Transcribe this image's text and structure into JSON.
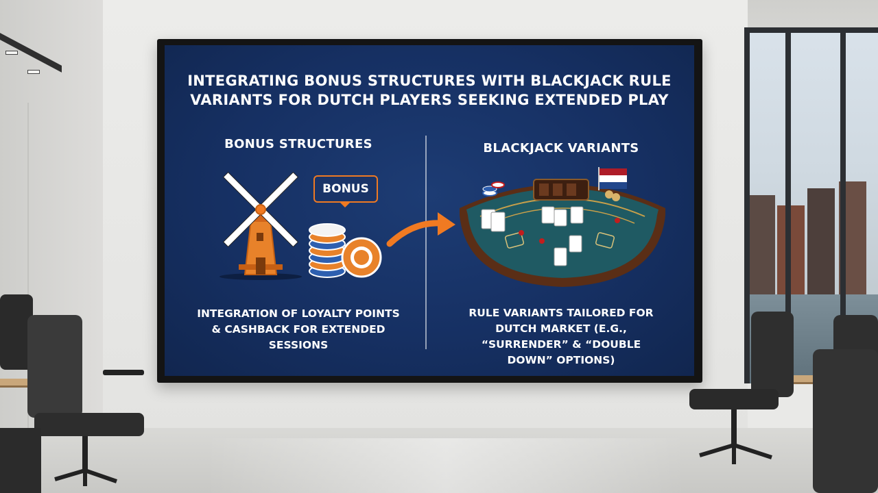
{
  "slide": {
    "title": "Integrating Bonus Structures with Blackjack Rule Variants for Dutch Players Seeking Extended Play",
    "left_heading": "Bonus Structures",
    "right_heading": "Blackjack Variants",
    "bonus_badge": "BONUS",
    "left_caption": "Integration of Loyalty Points & Cashback for Extended Sessions",
    "right_caption": "Rule Variants Tailored for Dutch Market (e.g., “Surrender” & “Double Down” Options)"
  },
  "colors": {
    "screen_bg": "#163063",
    "accent_orange": "#f07a22",
    "felt_green": "#1f5a63",
    "table_rail": "#6b3a1f",
    "flag_red": "#ae1c28",
    "flag_white": "#ffffff",
    "flag_blue": "#21468b"
  },
  "icons": [
    "windmill-icon",
    "poker-chip-stack-icon",
    "arrow-right-icon",
    "blackjack-table-icon",
    "netherlands-flag-icon",
    "playing-card-icon"
  ]
}
